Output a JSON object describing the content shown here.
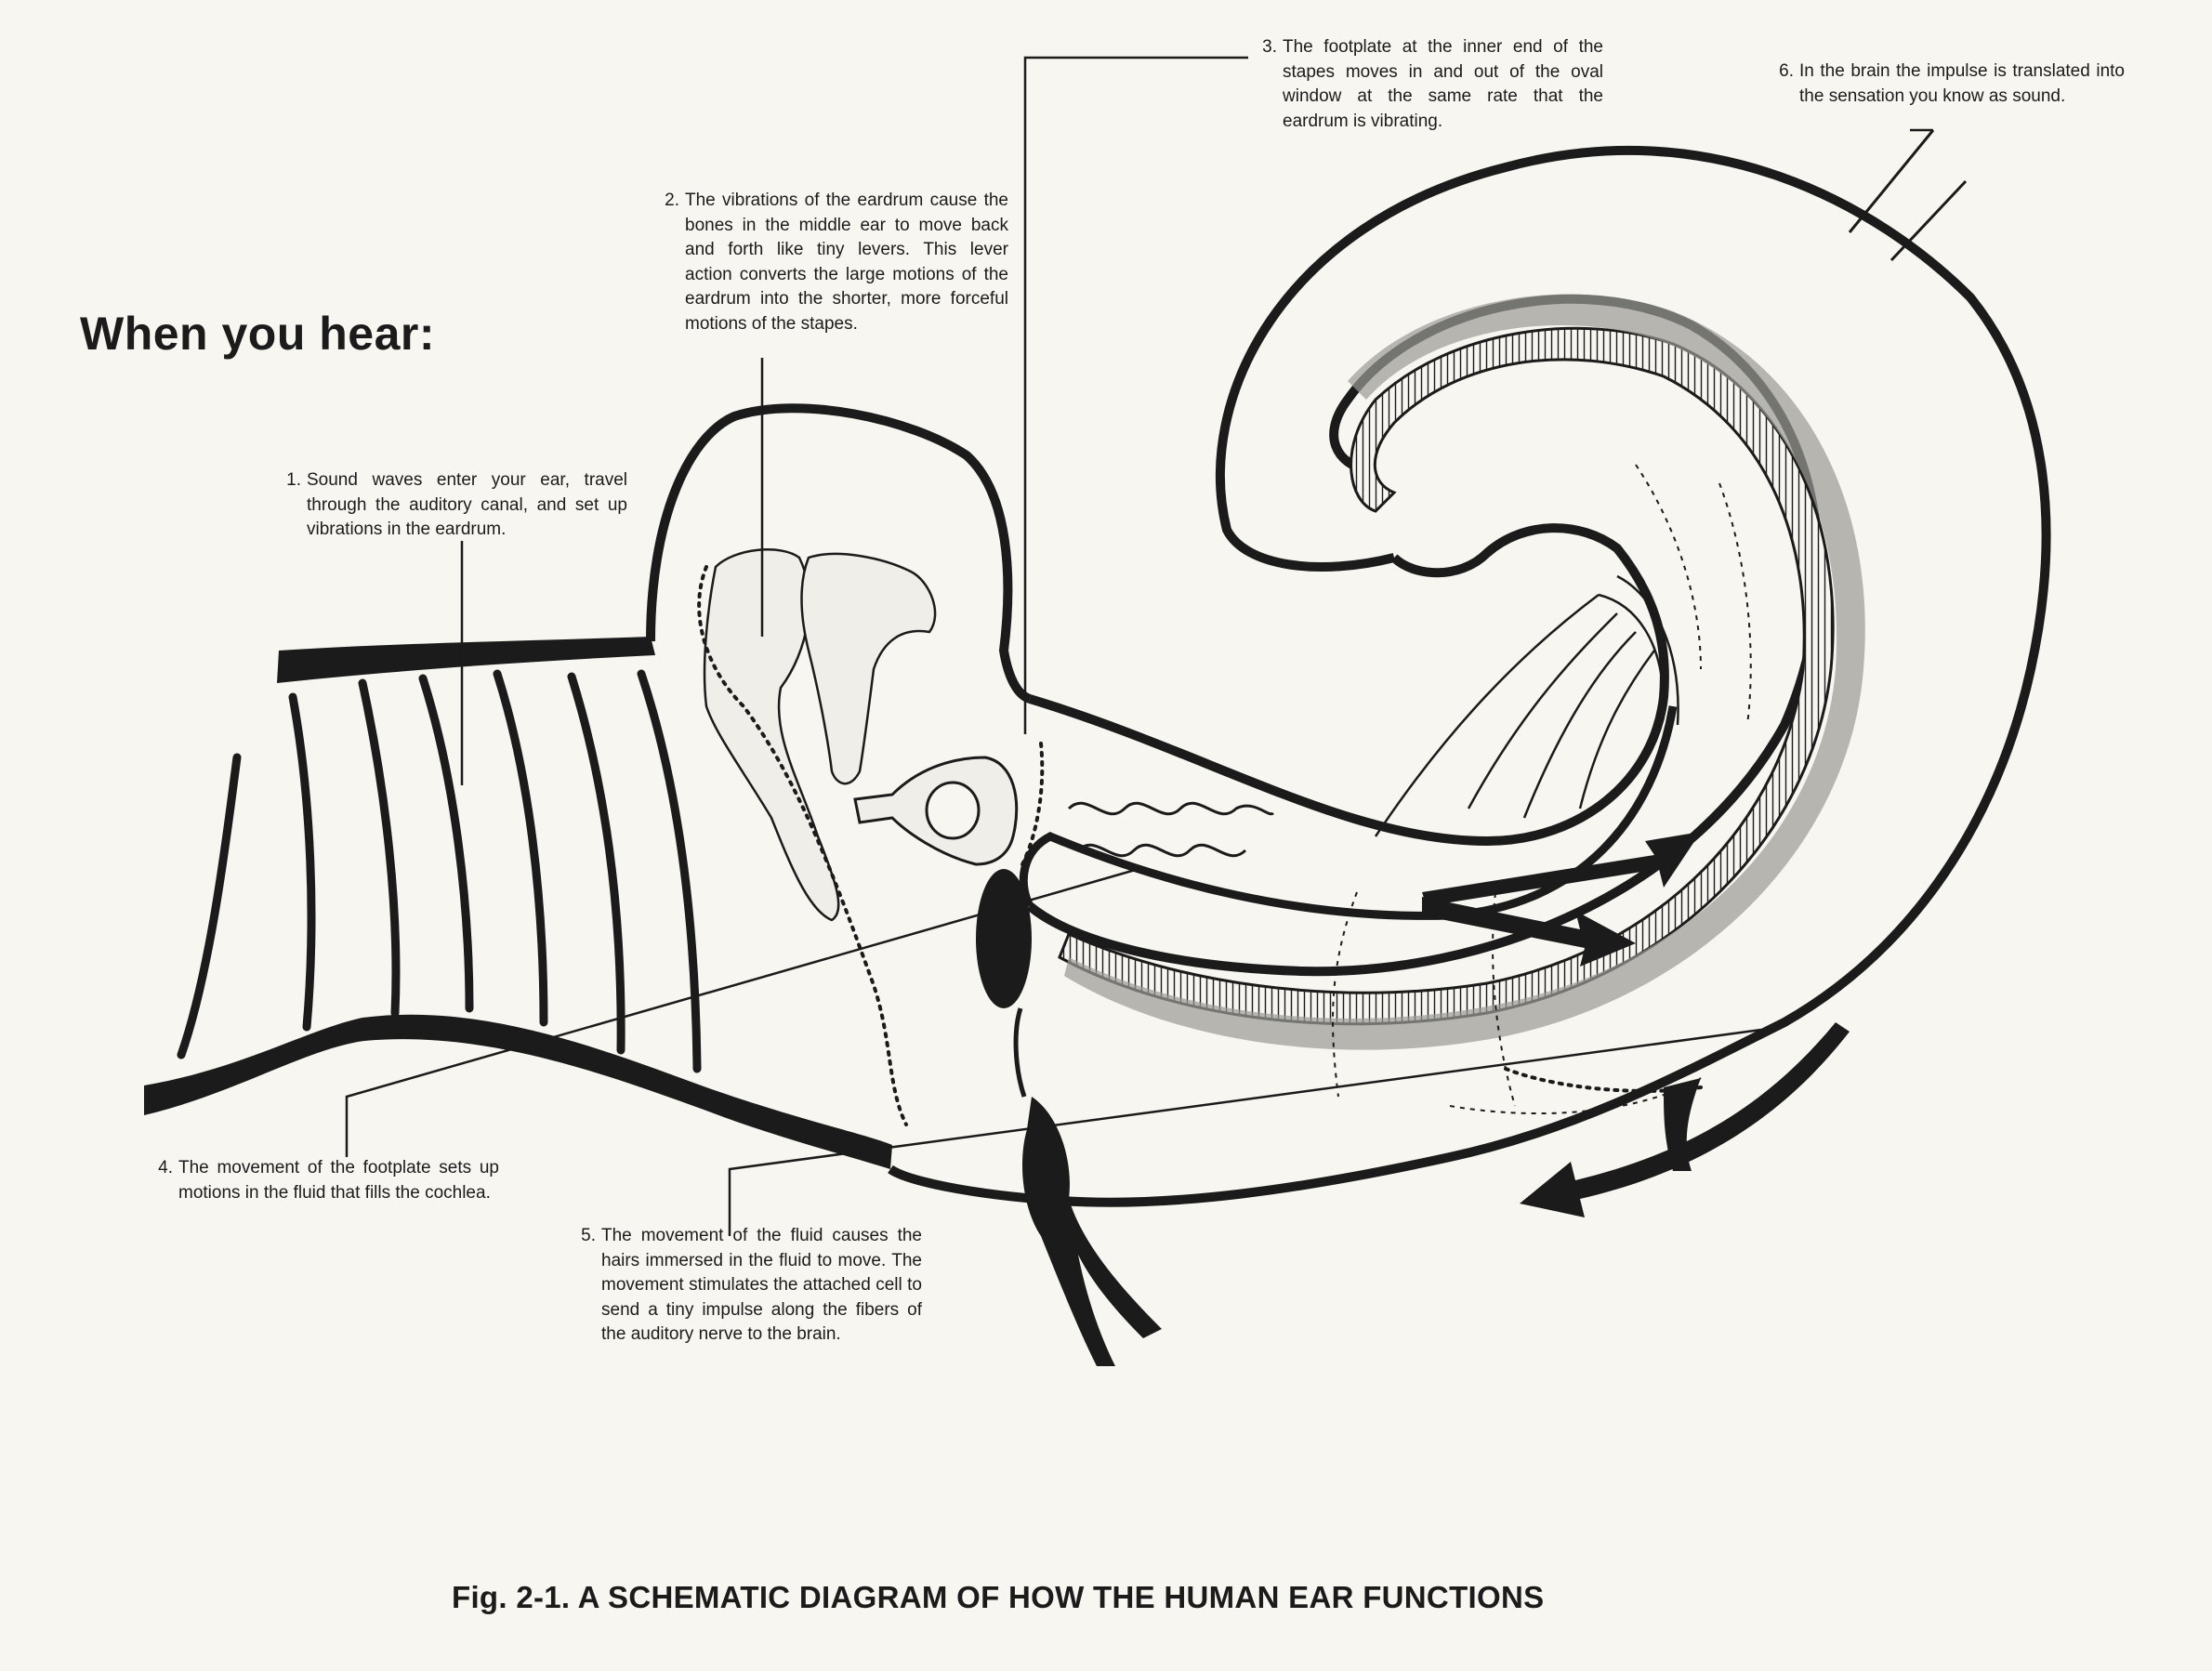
{
  "heading": "When you hear:",
  "steps": [
    {
      "number": "1.",
      "text": "Sound waves enter your ear, travel through the auditory canal, and set up vibrations in the eardrum."
    },
    {
      "number": "2.",
      "text": "The vibrations of the eardrum cause the bones in the middle ear to move back and forth like tiny levers. This lever action converts the large motions of the eardrum into the shorter, more forceful motions of the stapes."
    },
    {
      "number": "3.",
      "text": "The footplate at the inner end of the stapes moves in and out of the oval window at the same rate that the eardrum is vibrating."
    },
    {
      "number": "4.",
      "text": "The movement of the footplate sets up motions in the fluid that fills the cochlea."
    },
    {
      "number": "5.",
      "text": "The movement of the fluid causes the hairs immersed in the fluid to move. The movement stimulates the attached cell to send a tiny impulse along the fibers of the auditory nerve to the brain."
    },
    {
      "number": "6.",
      "text": "In the brain the impulse is translated into the sensation you know as sound."
    }
  ],
  "caption": "Fig. 2-1.  A SCHEMATIC DIAGRAM OF HOW THE HUMAN EAR FUNCTIONS",
  "colors": {
    "ink": "#1b1b1b",
    "paper": "#f7f6f0",
    "tone": "#9a9a94"
  }
}
